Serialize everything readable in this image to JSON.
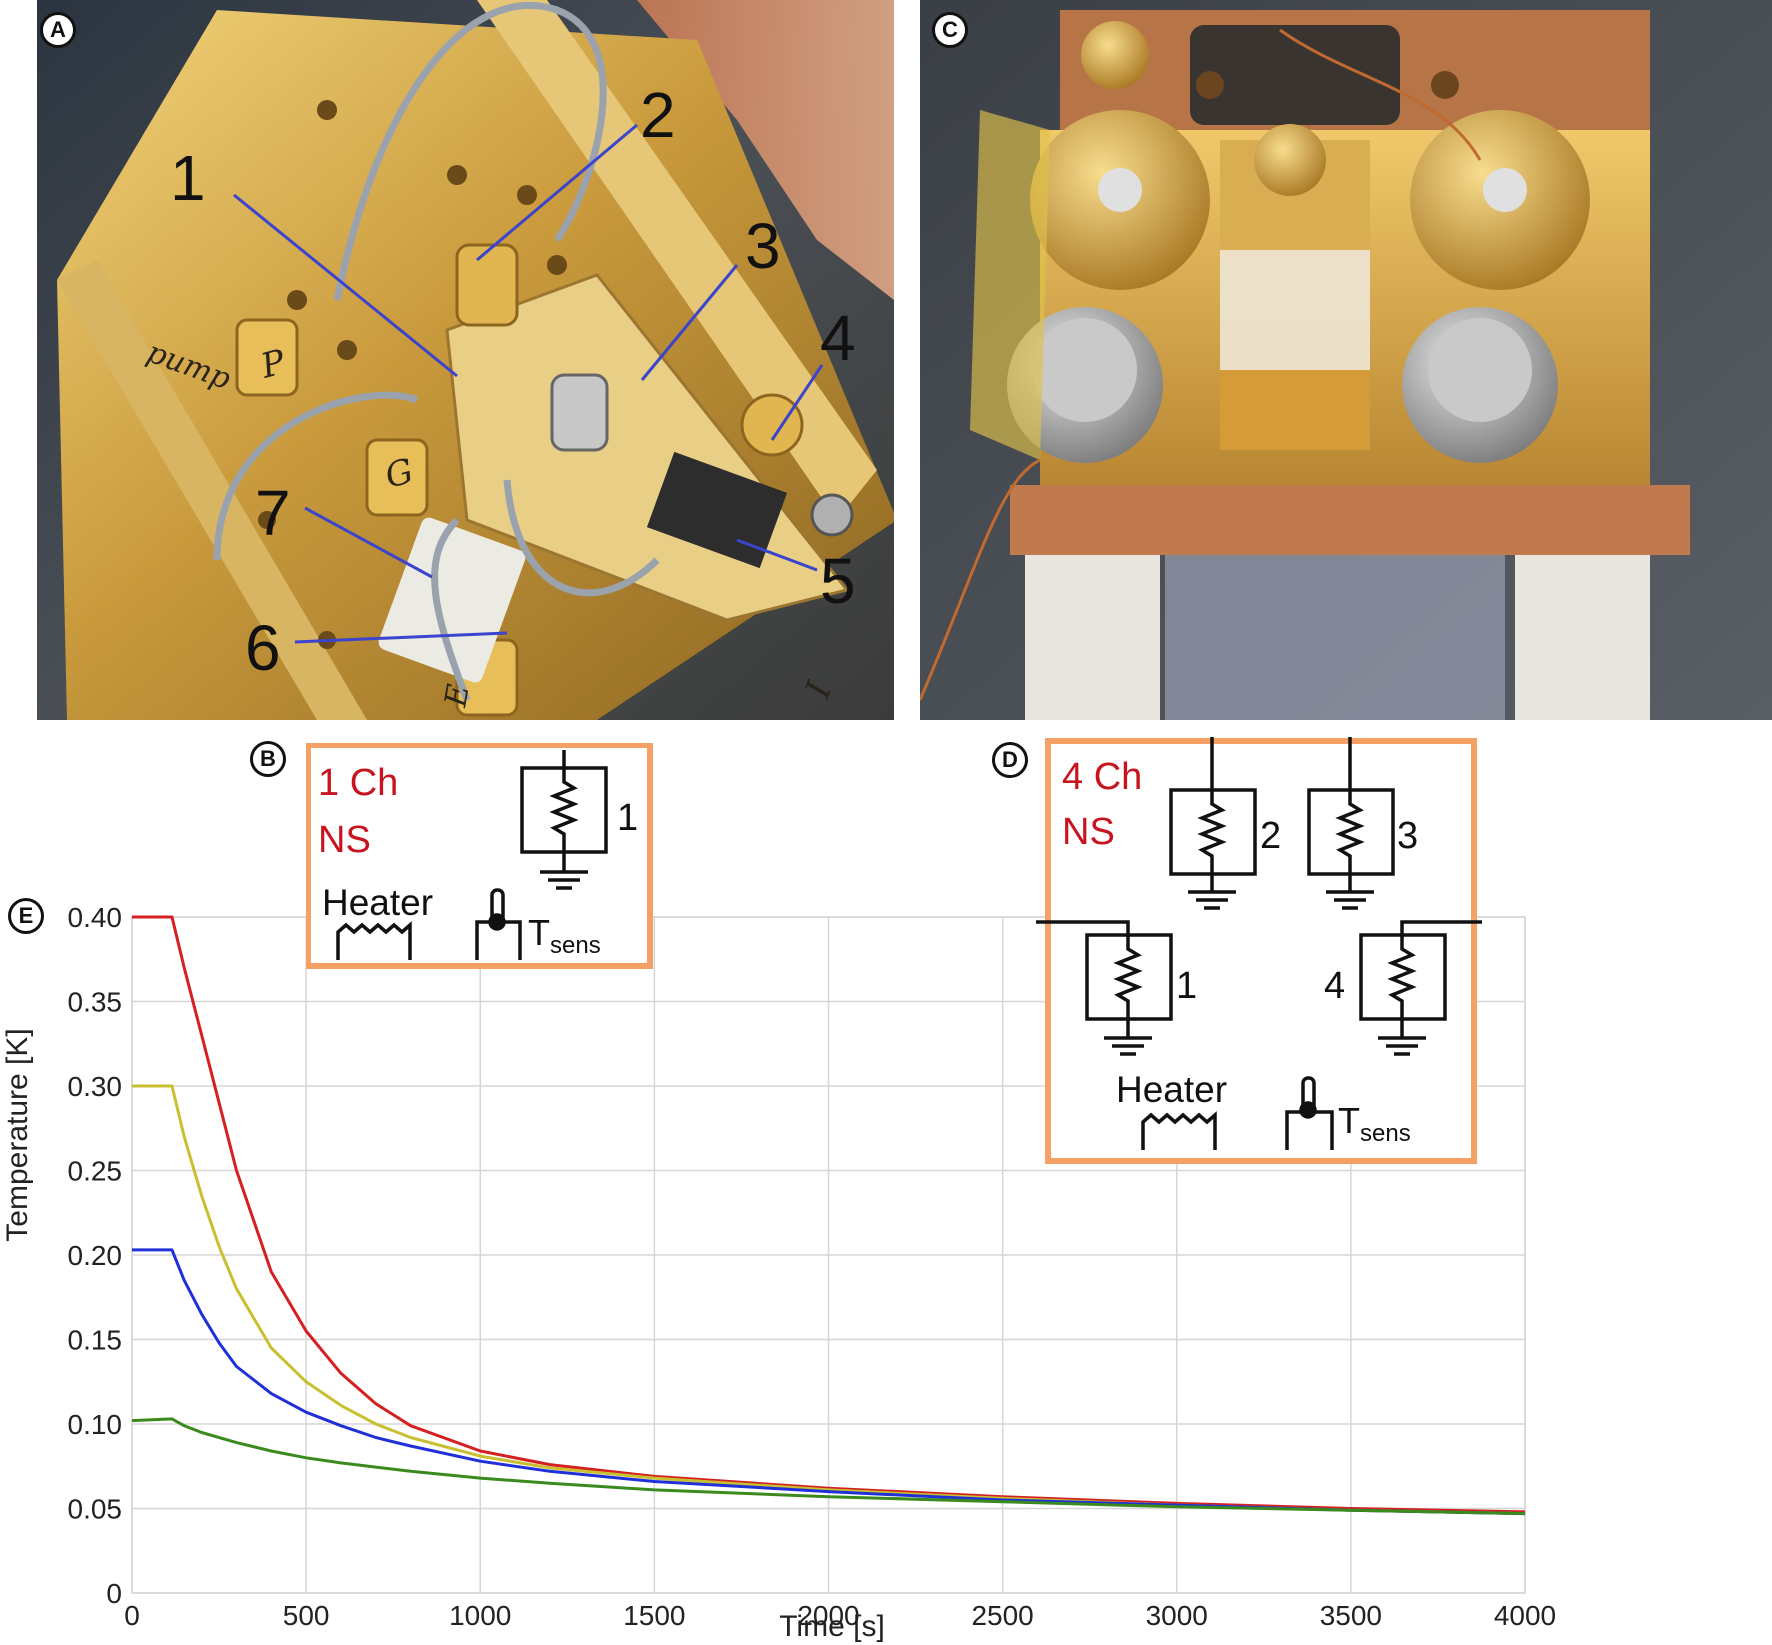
{
  "panels": {
    "A": {
      "letter": "A",
      "callouts": [
        "1",
        "2",
        "3",
        "4",
        "5",
        "6",
        "7"
      ],
      "handwritten_labels": [
        "pump",
        "P",
        "G",
        "E",
        "I"
      ]
    },
    "B": {
      "letter": "B",
      "title_line1": "1 Ch",
      "title_line2": "NS",
      "resonator_labels": [
        "1"
      ],
      "heater_label": "Heater",
      "tsens_main": "T",
      "tsens_sub": "sens"
    },
    "C": {
      "letter": "C"
    },
    "D": {
      "letter": "D",
      "title_line1": "4 Ch",
      "title_line2": "NS",
      "resonator_labels": [
        "2",
        "3",
        "1",
        "4"
      ],
      "heater_label": "Heater",
      "tsens_main": "T",
      "tsens_sub": "sens"
    },
    "E": {
      "letter": "E"
    }
  },
  "colors": {
    "callout_line": "#3a44cc",
    "box_orange": "#f5a064",
    "title_red": "#c8141e",
    "gold": "#c9a14a"
  },
  "chart_data": {
    "type": "line",
    "title": "",
    "xlabel": "Time [s]",
    "ylabel": "Temperature [K]",
    "xlim": [
      0,
      4000
    ],
    "ylim": [
      0,
      0.4
    ],
    "x_ticks": [
      0,
      500,
      1000,
      1500,
      2000,
      2500,
      3000,
      3500,
      4000
    ],
    "y_ticks": [
      "0",
      "0.05",
      "0.10",
      "0.15",
      "0.20",
      "0.25",
      "0.30",
      "0.35",
      "0.40"
    ],
    "y_tick_values": [
      0,
      0.05,
      0.1,
      0.15,
      0.2,
      0.25,
      0.3,
      0.35,
      0.4
    ],
    "grid": true,
    "series": [
      {
        "color": "#d42020",
        "x": [
          0,
          115,
          150,
          200,
          250,
          300,
          400,
          500,
          600,
          700,
          800,
          1000,
          1200,
          1500,
          2000,
          2500,
          3000,
          3500,
          4000
        ],
        "y": [
          0.4,
          0.4,
          0.37,
          0.33,
          0.29,
          0.25,
          0.19,
          0.155,
          0.13,
          0.112,
          0.099,
          0.084,
          0.076,
          0.069,
          0.062,
          0.057,
          0.053,
          0.05,
          0.048
        ]
      },
      {
        "color": "#c8c030",
        "x": [
          0,
          115,
          150,
          200,
          250,
          300,
          400,
          500,
          600,
          700,
          800,
          1000,
          1200,
          1500,
          2000,
          2500,
          3000,
          3500,
          4000
        ],
        "y": [
          0.3,
          0.3,
          0.27,
          0.235,
          0.205,
          0.18,
          0.145,
          0.125,
          0.111,
          0.1,
          0.092,
          0.081,
          0.074,
          0.068,
          0.061,
          0.056,
          0.052,
          0.049,
          0.047
        ]
      },
      {
        "color": "#2030d8",
        "x": [
          0,
          115,
          150,
          200,
          250,
          300,
          400,
          500,
          600,
          700,
          800,
          1000,
          1200,
          1500,
          2000,
          2500,
          3000,
          3500,
          4000
        ],
        "y": [
          0.203,
          0.203,
          0.185,
          0.165,
          0.148,
          0.134,
          0.118,
          0.107,
          0.099,
          0.092,
          0.087,
          0.078,
          0.072,
          0.066,
          0.06,
          0.055,
          0.052,
          0.049,
          0.047
        ]
      },
      {
        "color": "#3a8a1e",
        "x": [
          0,
          115,
          150,
          200,
          300,
          400,
          500,
          600,
          800,
          1000,
          1200,
          1500,
          2000,
          2500,
          3000,
          3500,
          4000
        ],
        "y": [
          0.102,
          0.103,
          0.099,
          0.095,
          0.089,
          0.084,
          0.08,
          0.077,
          0.072,
          0.068,
          0.065,
          0.061,
          0.057,
          0.054,
          0.051,
          0.049,
          0.047
        ]
      }
    ]
  }
}
